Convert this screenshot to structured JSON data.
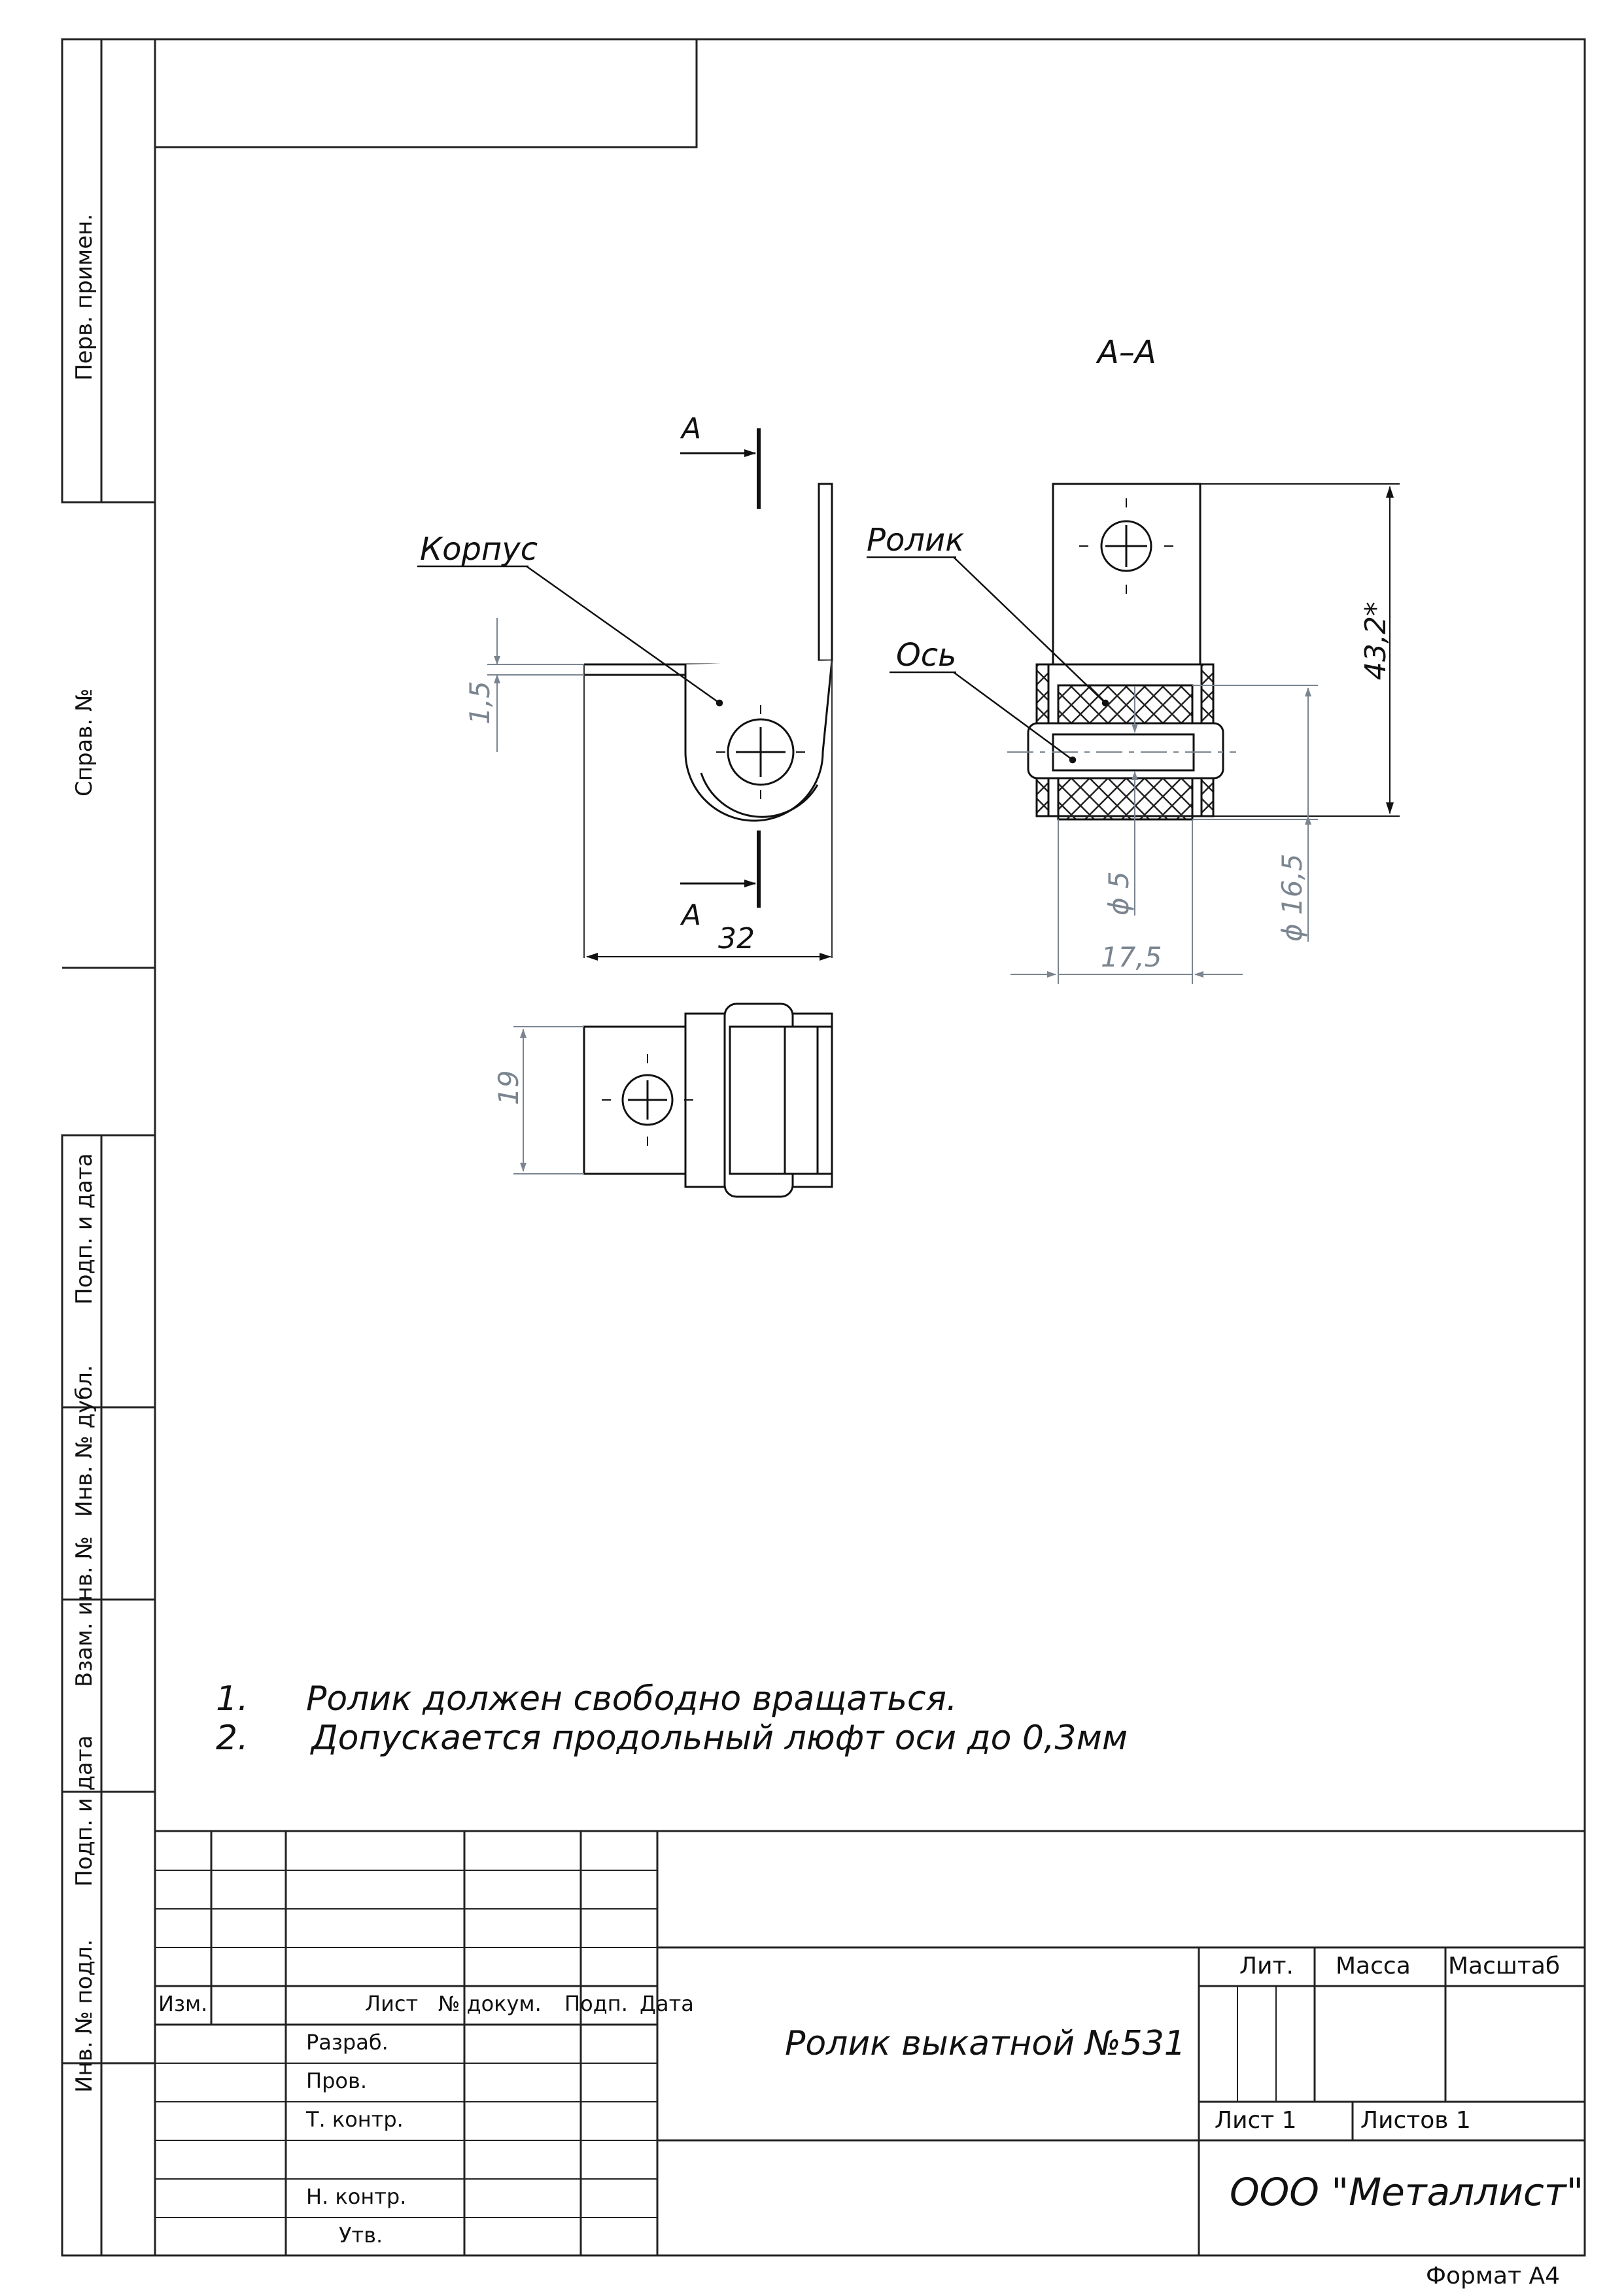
{
  "side_margin": {
    "perv_primen": "Перв. примен.",
    "sprav_no": "Справ. №",
    "podp_data_1": "Подп. и дата",
    "inv_no_dubl": "Инв. № дубл.",
    "vzam_inv_no": "Взам. инв. №",
    "podp_data_2": "Подп. и дата",
    "inv_no_podl": "Инв. № подл."
  },
  "drawing": {
    "section_title": "А–А",
    "cut_label_top": "А",
    "cut_label_bottom": "А",
    "labels": {
      "korpus": "Корпус",
      "rolik": "Ролик",
      "os": "Ось"
    },
    "dims": {
      "d32": "32",
      "d1_5": "1,5",
      "d19": "19",
      "d43_2": "43,2*",
      "d_phi5": "ϕ 5",
      "d_phi16_5": "ϕ 16,5",
      "d17_5": "17,5"
    }
  },
  "notes": {
    "n1_num": "1.",
    "n1_text": "Ролик должен свободно вращаться.",
    "n2_num": "2.",
    "n2_text": "Допускается продольный люфт оси до 0,3мм"
  },
  "title_block": {
    "col_izm": "Изм.",
    "col_list": "Лист",
    "col_no_dokum": "№ докум.",
    "col_podp": "Подп.",
    "col_data": "Дата",
    "razrab": "Разраб.",
    "prov": "Пров.",
    "t_kontr": "Т. контр.",
    "n_kontr": "Н. контр.",
    "utv": "Утв.",
    "designation": "Ролик выкатной №531",
    "lit": "Лит.",
    "massa": "Масса",
    "masshtab": "Масштаб",
    "list": "Лист 1",
    "listov": "Листов 1",
    "organization": "ООО \"Металлист\"",
    "format": "Формат А4"
  }
}
